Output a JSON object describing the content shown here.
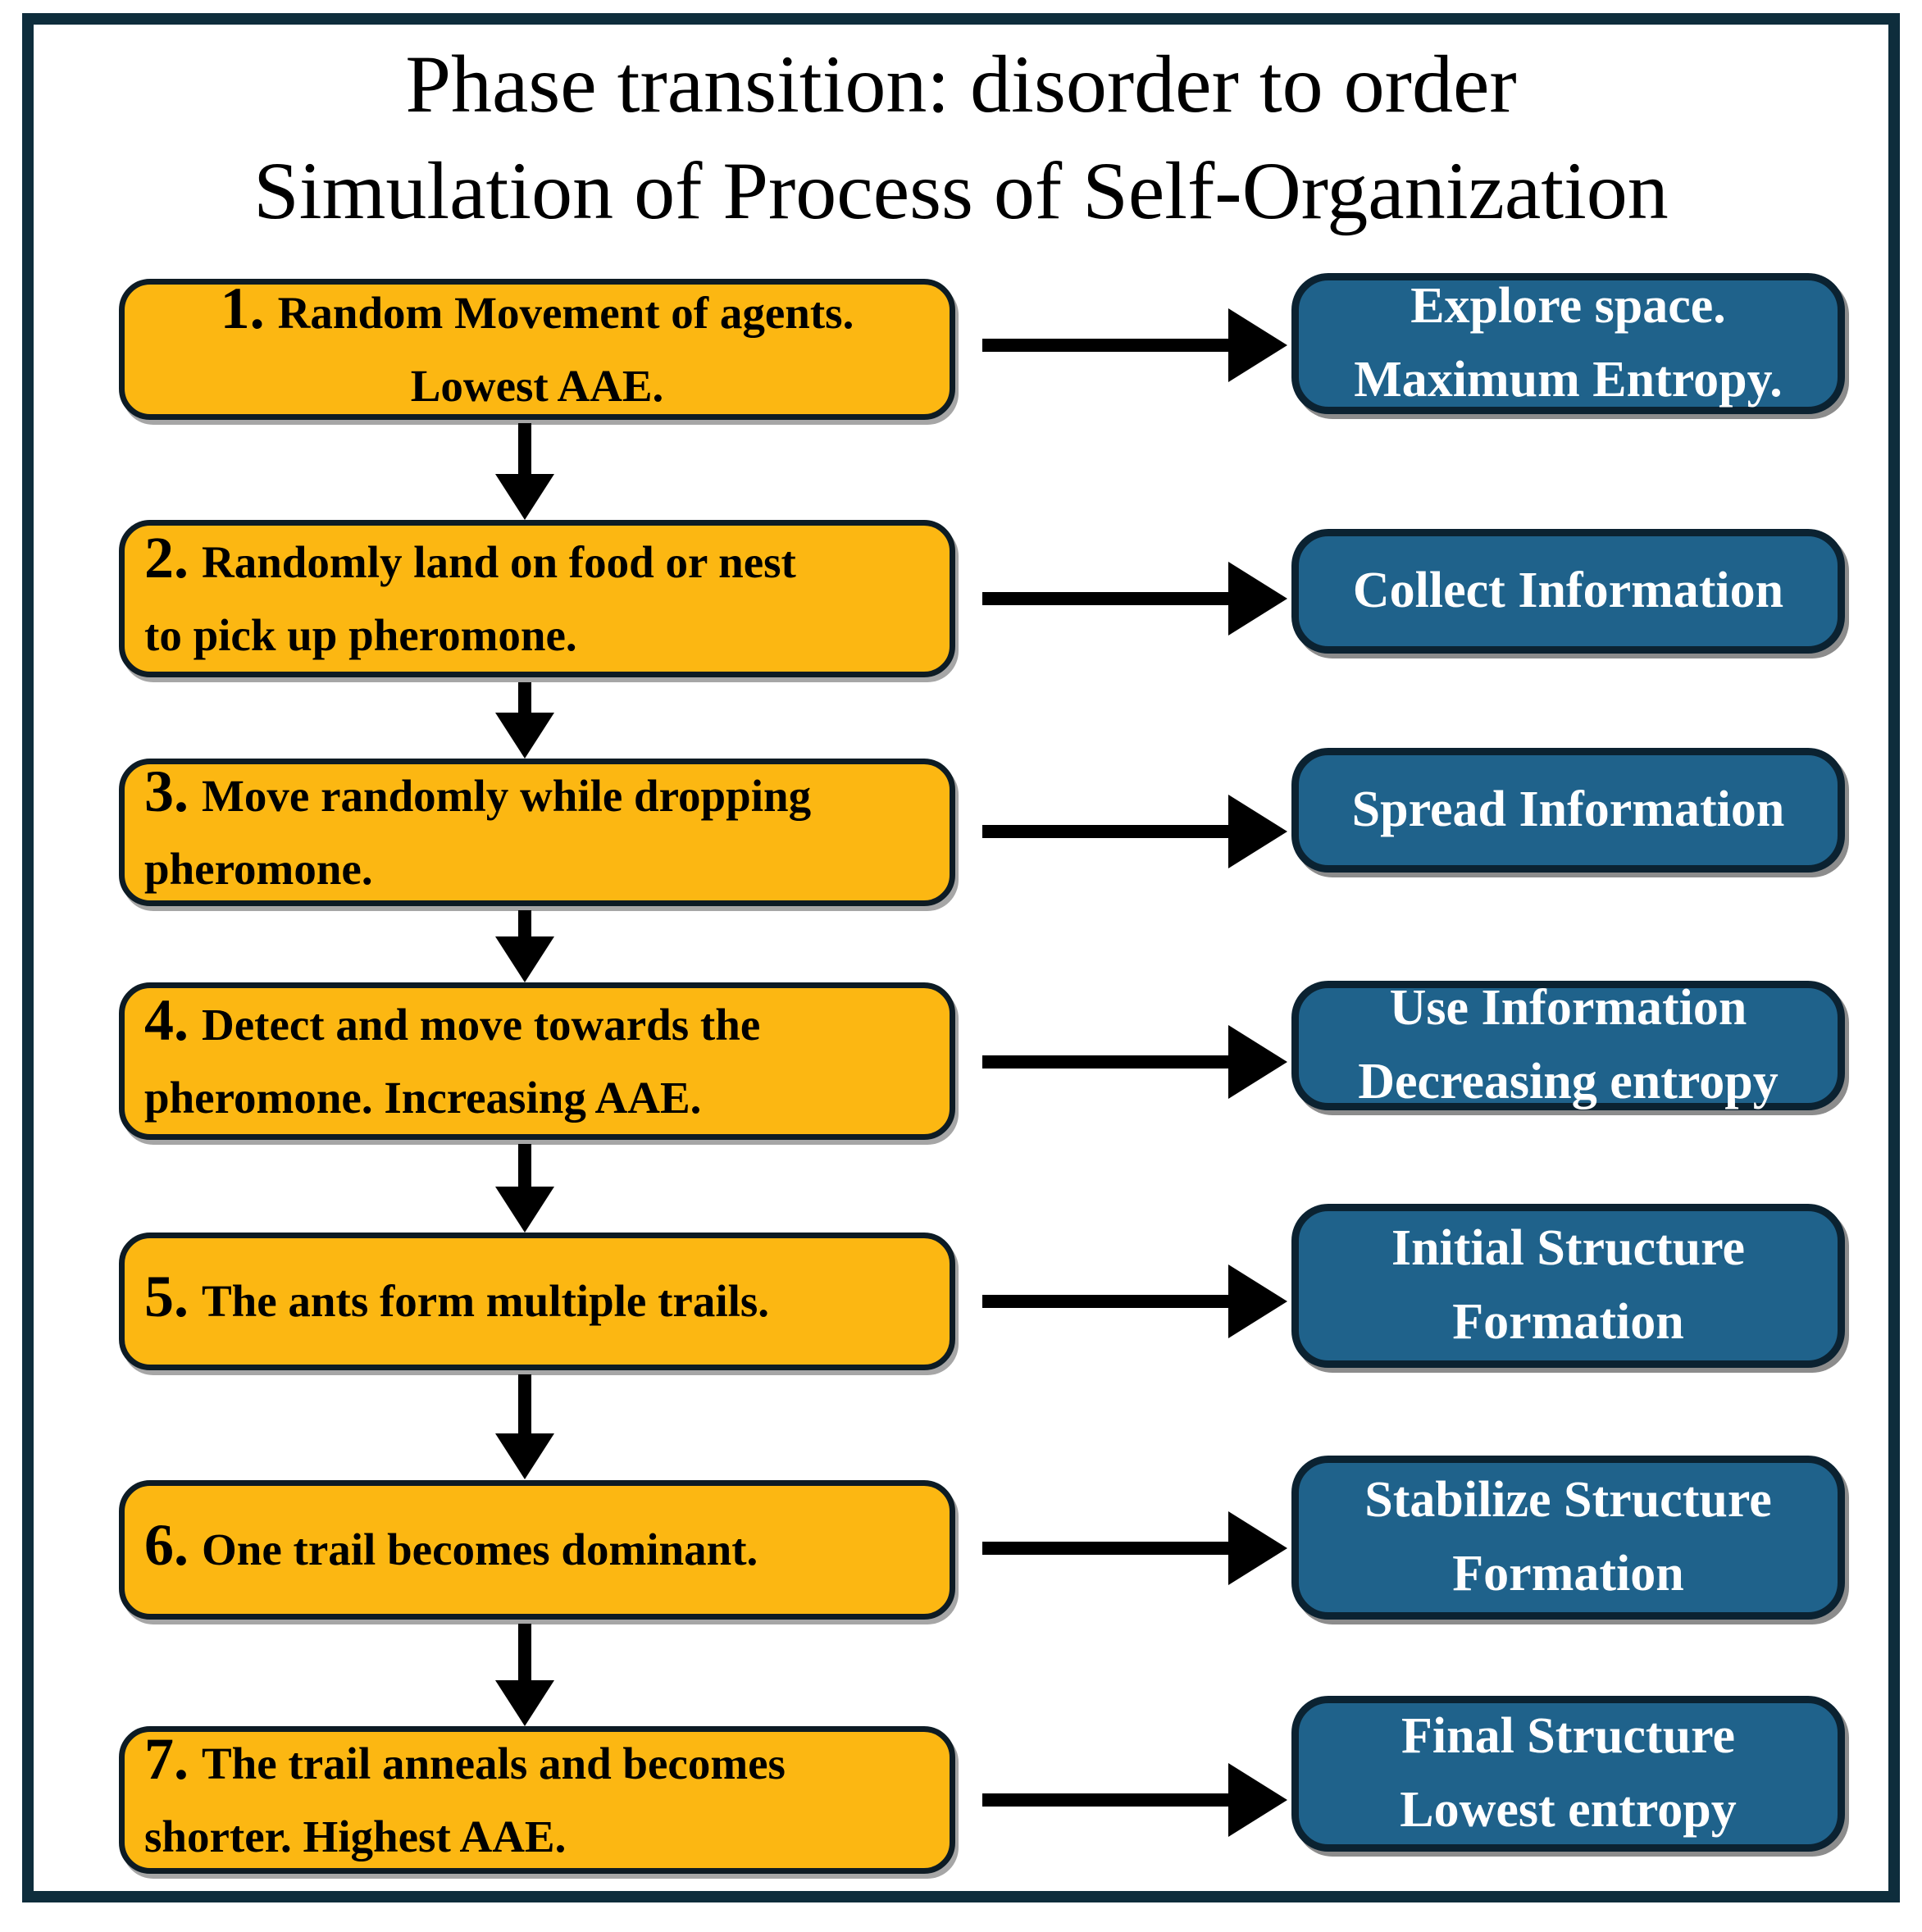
{
  "title": {
    "line1": "Phase transition: disorder to order",
    "line2": "Simulation of Process of Self-Organization"
  },
  "rows": [
    {
      "number": "1.",
      "step": "Random Movement of agents.\nLowest AAE.",
      "outcome": "Explore space.\nMaximum Entropy."
    },
    {
      "number": "2.",
      "step": "Randomly land on food or nest\nto pick up pheromone.",
      "outcome": "Collect Information"
    },
    {
      "number": "3.",
      "step": "Move randomly while dropping\npheromone.",
      "outcome": "Spread Information"
    },
    {
      "number": "4.",
      "step": "Detect and move towards the\npheromone. Increasing AAE.",
      "outcome": "Use Information\nDecreasing entropy"
    },
    {
      "number": "5.",
      "step": "The ants form multiple trails.",
      "outcome": "Initial Structure\nFormation"
    },
    {
      "number": "6.",
      "step": "One trail becomes dominant.",
      "outcome": "Stabilize Structure\nFormation"
    },
    {
      "number": "7.",
      "step": "The trail anneals and becomes\nshorter. Highest AAE.",
      "outcome": "Final Structure\nLowest entropy"
    }
  ],
  "colors": {
    "step_box_fill": "#FCB712",
    "step_box_text": "#000000",
    "outcome_box_fill": "#1F628B",
    "outcome_box_text": "#FFFFFF",
    "frame_border": "#0E2D3C",
    "arrow": "#000000"
  }
}
